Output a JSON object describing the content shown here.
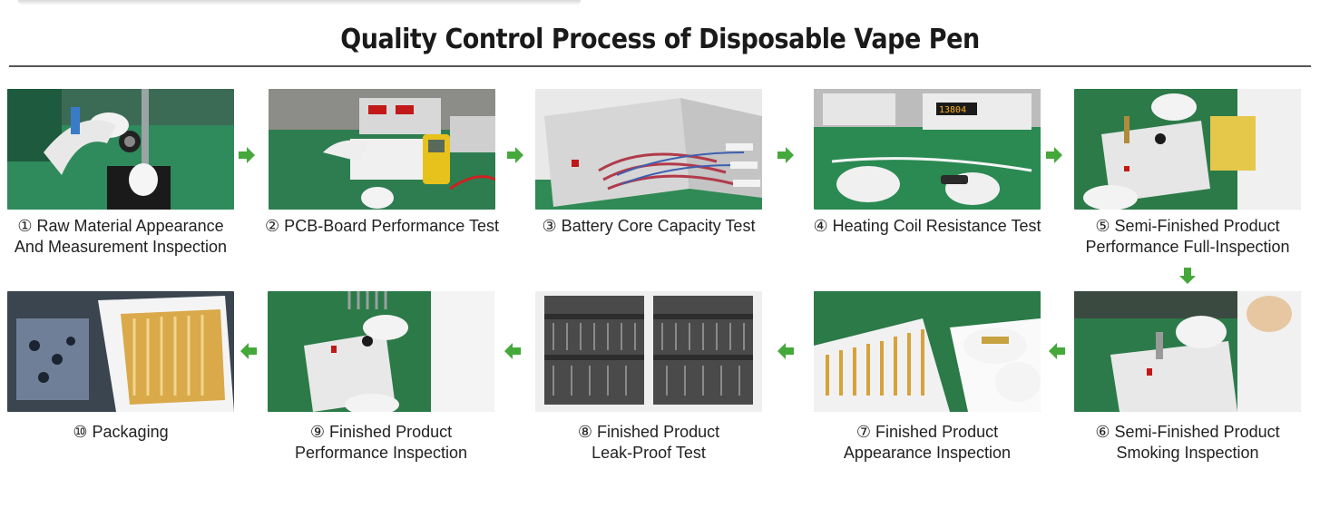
{
  "title": "Quality Control Process of Disposable Vape Pen",
  "accent_color": "#45a83b",
  "steps": [
    {
      "line1": "① Raw Material Appearance",
      "line2": "And Measurement Inspection"
    },
    {
      "line1": "② PCB-Board  Performance Test",
      "line2": ""
    },
    {
      "line1": "③ Battery Core Capacity Test",
      "line2": ""
    },
    {
      "line1": "④ Heating Coil Resistance Test",
      "line2": ""
    },
    {
      "line1": "⑤ Semi-Finished Product",
      "line2": "Performance Full-Inspection"
    },
    {
      "line1": "⑥ Semi-Finished Product",
      "line2": "Smoking Inspection"
    },
    {
      "line1": "⑦ Finished Product",
      "line2": "Appearance Inspection"
    },
    {
      "line1": "⑧ Finished Product",
      "line2": "Leak-Proof Test"
    },
    {
      "line1": "⑨ Finished Product",
      "line2": "Performance Inspection"
    },
    {
      "line1": "⑩ Packaging",
      "line2": ""
    }
  ],
  "arrows": [
    "arrow-right-icon",
    "arrow-down-icon",
    "arrow-left-icon"
  ]
}
